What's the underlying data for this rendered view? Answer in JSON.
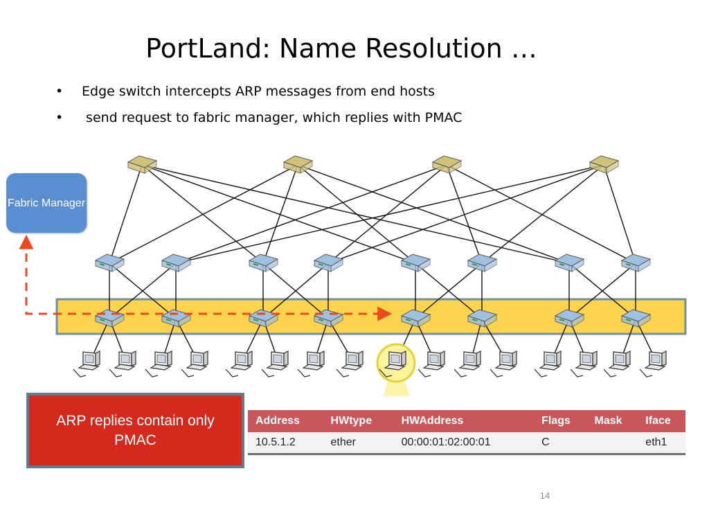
{
  "slide": {
    "title": "PortLand: Name Resolution …",
    "bullets": [
      "Edge switch intercepts ARP messages from end hosts",
      " send request to fabric manager, which replies with PMAC"
    ],
    "page_number": "14"
  },
  "diagram": {
    "fabric_manager_label": "Fabric Manager",
    "core_switches": 4,
    "aggregation_switches": 8,
    "edge_switches": 8,
    "hosts": 16,
    "highlighted_host_index": 8,
    "colors": {
      "core_switch": "#cfc27a",
      "switch": "#9fc0de",
      "edge_band": "#fcd34d",
      "arrow": "#ea4a1e",
      "fabric_manager": "#5b8ed0",
      "note_box": "#d42a1e"
    }
  },
  "arp_note": "ARP replies contain only PMAC",
  "arp_table": {
    "headers": [
      "Address",
      "HWtype",
      "HWAddress",
      "Flags",
      "Mask",
      "Iface"
    ],
    "rows": [
      [
        "10.5.1.2",
        "ether",
        "00:00:01:02:00:01",
        "C",
        "",
        "eth1"
      ]
    ]
  }
}
